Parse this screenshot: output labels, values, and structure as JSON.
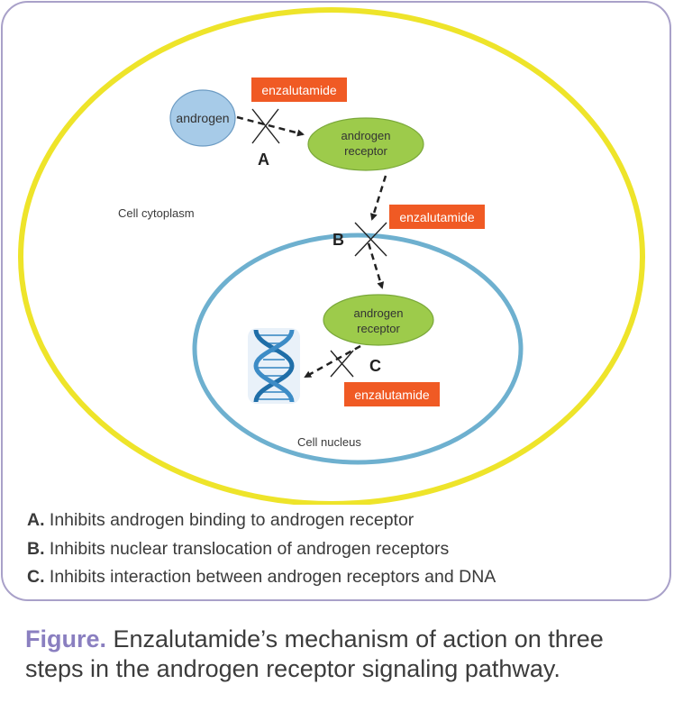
{
  "diagram": {
    "cytoplasm_label": "Cell cytoplasm",
    "nucleus_label": "Cell nucleus",
    "androgen_label": "androgen",
    "receptor_1": {
      "line1": "androgen",
      "line2": "receptor"
    },
    "receptor_2": {
      "line1": "androgen",
      "line2": "receptor"
    },
    "drug_label_a": "enzalutamide",
    "drug_label_b": "enzalutamide",
    "drug_label_c": "enzalutamide",
    "step_a": "A",
    "step_b": "B",
    "step_c": "C",
    "colors": {
      "cell_membrane": "#eee42a",
      "nuclear_membrane": "#6eb0cf",
      "androgen_fill": "#a7cbe8",
      "receptor_fill": "#9dcb4b",
      "drug_box": "#f05a24",
      "frame_border": "#a9a1c9",
      "caption_accent": "#8a7fc0"
    },
    "icons": {
      "dna": "dna-helix-icon",
      "block": "x-block-icon"
    }
  },
  "legend": [
    {
      "letter": "A.",
      "text": " Inhibits androgen binding to androgen receptor"
    },
    {
      "letter": "B.",
      "text": " Inhibits nuclear translocation of androgen receptors"
    },
    {
      "letter": "C.",
      "text": " Inhibits interaction between androgen receptors and DNA"
    }
  ],
  "caption": {
    "label": "Figure.",
    "text": " Enzalutamide’s mechanism of action on three steps in the androgen receptor signaling pathway."
  }
}
